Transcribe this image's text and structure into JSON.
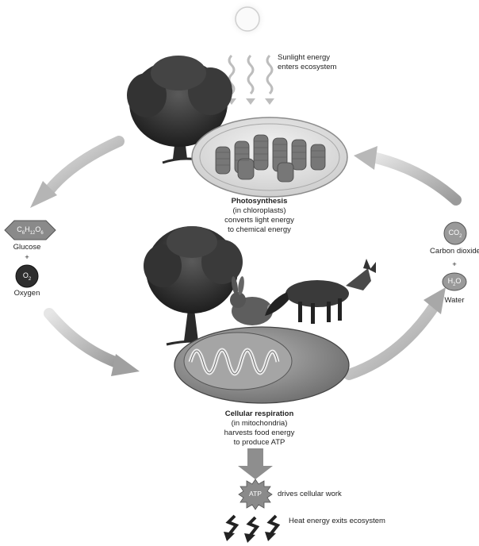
{
  "sunlight": {
    "line1": "Sunlight energy",
    "line2": "enters ecosystem"
  },
  "photosynthesis": {
    "title": "Photosynthesis",
    "lines": [
      "(in chloroplasts)",
      "converts light energy",
      "to chemical energy"
    ]
  },
  "respiration": {
    "title": "Cellular respiration",
    "lines": [
      "(in mitochondria)",
      "harvests food energy",
      "to produce ATP"
    ]
  },
  "left_products": {
    "glucose_formula": {
      "c": "C",
      "c_sub": "6",
      "h": "H",
      "h_sub": "12",
      "o": "O",
      "o_sub": "6"
    },
    "glucose": "Glucose",
    "plus": "+",
    "oxygen_formula": {
      "o": "O",
      "o_sub": "2"
    },
    "oxygen": "Oxygen"
  },
  "right_products": {
    "co2_formula": {
      "co": "CO",
      "sub": "2"
    },
    "carbon_dioxide": "Carbon dioxide",
    "plus": "+",
    "h2o_formula": {
      "h": "H",
      "sub": "2",
      "o": "O"
    },
    "water": "Water"
  },
  "atp": {
    "badge": "ATP",
    "text": "drives cellular work"
  },
  "heat": {
    "text": "Heat energy exits ecosystem"
  },
  "colors": {
    "arrow": "#b5b5b5",
    "dark": "#333333",
    "organelle": "#8a8a8a"
  }
}
